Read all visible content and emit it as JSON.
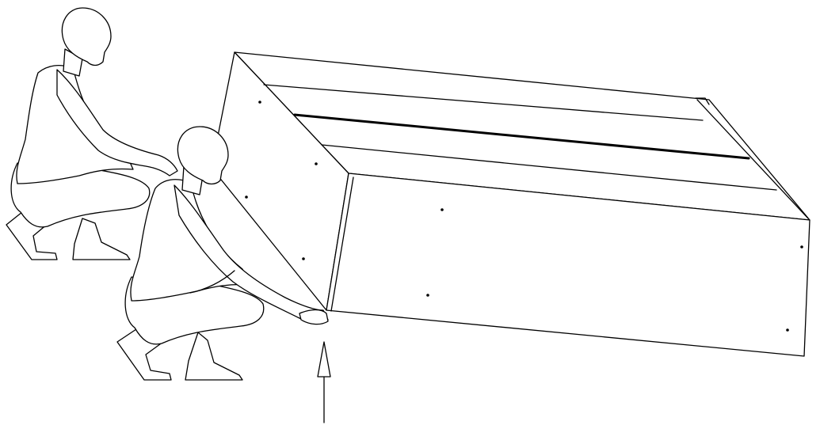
{
  "diagram": {
    "figures": [
      "person-rear",
      "person-front"
    ],
    "object": "cabinet",
    "indicator": "lift-direction-arrow",
    "colors": {
      "line": "#000000",
      "background": "#ffffff"
    }
  }
}
